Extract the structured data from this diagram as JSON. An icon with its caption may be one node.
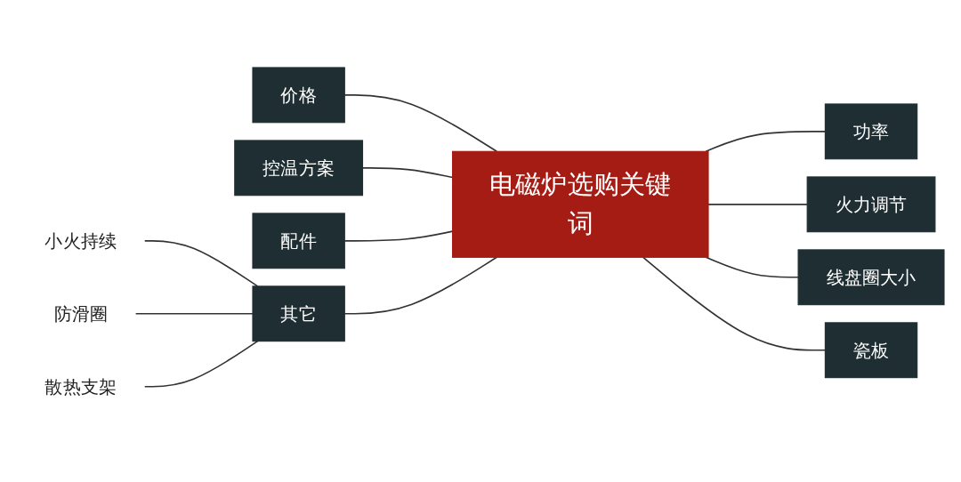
{
  "diagram": {
    "nodes": [
      {
        "text": [
          "电磁炉选购关键词"
        ]
      },
      {
        "text": [
          "价格"
        ]
      },
      {
        "text": [
          "控温方案"
        ]
      },
      {
        "text": [
          "配件"
        ]
      },
      {
        "text": [
          "其它"
        ]
      },
      {
        "text": [
          "功率"
        ]
      },
      {
        "text": [
          "火力调节"
        ]
      },
      {
        "text": [
          "线盘圈大小"
        ]
      },
      {
        "text": [
          "瓷板"
        ]
      },
      {
        "text": [
          "小火持续"
        ]
      },
      {
        "text": [
          "防滑圈"
        ]
      },
      {
        "text": [
          "散热支架"
        ]
      }
    ],
    "edges": [
      {
        "from": 1,
        "to": 0,
        "arrow": "none"
      },
      {
        "from": 2,
        "to": 0,
        "arrow": "none"
      },
      {
        "from": 3,
        "to": 0,
        "arrow": "none"
      },
      {
        "from": 4,
        "to": 0,
        "arrow": "none"
      },
      {
        "from": 0,
        "to": 5,
        "arrow": "none"
      },
      {
        "from": 0,
        "to": 6,
        "arrow": "none"
      },
      {
        "from": 0,
        "to": 7,
        "arrow": "none"
      },
      {
        "from": 0,
        "to": 8,
        "arrow": "none"
      },
      {
        "from": 9,
        "to": 4,
        "arrow": "none"
      },
      {
        "from": 10,
        "to": 4,
        "arrow": "none"
      },
      {
        "from": 11,
        "to": 4,
        "arrow": "none"
      }
    ]
  }
}
